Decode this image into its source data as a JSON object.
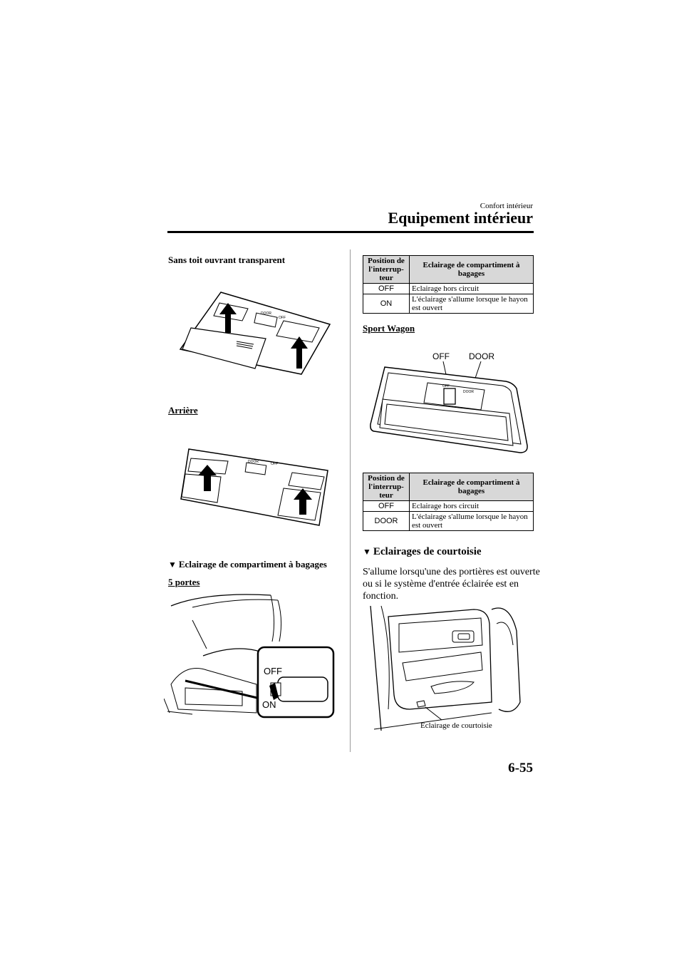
{
  "header": {
    "section": "Confort intérieur",
    "title": "Equipement intérieur"
  },
  "left": {
    "heading_sunroof": "Sans toit ouvrant transparent",
    "fig1_labels": [
      "DOOR",
      "OFF"
    ],
    "heading_rear": "Arrière",
    "fig2_labels": [
      "DOOR",
      "OFF"
    ],
    "heading_luggage": "Eclairage de compartiment à bagages",
    "heading_5doors": "5 portes",
    "fig3_labels": [
      "OFF",
      "ON"
    ]
  },
  "right": {
    "table1": {
      "col1": "Position de l'interrup-teur",
      "col2": "Eclairage de compartiment à bagages",
      "rows": [
        {
          "pos": "OFF",
          "desc": "Eclairage hors circuit"
        },
        {
          "pos": "ON",
          "desc": "L'éclairage s'allume lorsque le hayon est ouvert"
        }
      ]
    },
    "heading_wagon": "Sport Wagon",
    "fig4_labels": [
      "OFF",
      "DOOR",
      "OFF",
      "DOOR"
    ],
    "table2": {
      "col1": "Position de l'interrup-teur",
      "col2": "Eclairage de compartiment à bagages",
      "rows": [
        {
          "pos": "OFF",
          "desc": "Eclairage hors circuit"
        },
        {
          "pos": "DOOR",
          "desc": "L'éclairage s'allume lorsque le hayon est ouvert"
        }
      ]
    },
    "heading_courtesy": "Eclairages de courtoisie",
    "courtesy_text": "S'allume lorsqu'une des portières est ouverte ou si le système d'entrée éclairée est en fonction.",
    "fig5_caption": "Eclairage de courtoisie"
  },
  "page_number": "6-55"
}
